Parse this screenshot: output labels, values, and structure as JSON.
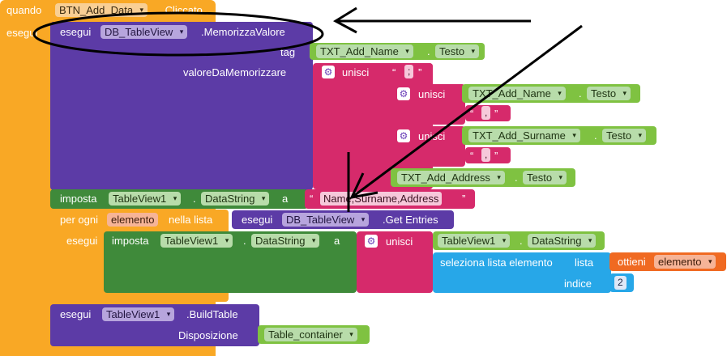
{
  "event": {
    "when": "quando",
    "component": "BTN_Add_Data",
    "event_name": ".Cliccato",
    "do": "esegui"
  },
  "store_call": {
    "do": "esegui",
    "component": "DB_TableView",
    "method": ".MemorizzaValore",
    "tag_label": "tag",
    "value_label": "valoreDaMemorizzare"
  },
  "tag_value": {
    "component": "TXT_Add_Name",
    "dot": ".",
    "property": "Testo"
  },
  "join_outer": {
    "label": "unisci",
    "separator_open": "“",
    "separator": ";",
    "separator_close": "”"
  },
  "join_inner1": {
    "label": "unisci",
    "component": "TXT_Add_Name",
    "dot": ".",
    "property": "Testo",
    "comma_open": "“",
    "comma": ",",
    "comma_close": "”"
  },
  "join_inner2": {
    "label": "unisci",
    "component": "TXT_Add_Surname",
    "dot": ".",
    "property": "Testo",
    "comma_open": "“",
    "comma": ",",
    "comma_close": "”"
  },
  "address_value": {
    "component": "TXT_Add_Address",
    "dot": ".",
    "property": "Testo"
  },
  "set_header": {
    "label": "imposta",
    "component": "TableView1",
    "dot": ".",
    "property": "DataString",
    "to": "a",
    "quote_open": "“",
    "text": "Name,Surname,Address",
    "quote_close": "”"
  },
  "foreach": {
    "label": "per ogni",
    "variable": "elemento",
    "in_list": "nella lista",
    "do": "esegui",
    "call_do": "esegui",
    "component": "DB_TableView",
    "method": ".Get Entries"
  },
  "set_loop": {
    "label": "imposta",
    "component": "TableView1",
    "dot": ".",
    "property": "DataString",
    "to": "a",
    "join_label": "unisci",
    "ref_component": "TableView1",
    "ref_dot": ".",
    "ref_property": "DataString"
  },
  "select_item": {
    "label": "seleziona lista elemento",
    "list_label": "lista",
    "get_label": "ottieni",
    "get_variable": "elemento",
    "index_label": "indice",
    "index_value": "2"
  },
  "build": {
    "do": "esegui",
    "component": "TableView1",
    "method": ".BuildTable",
    "arrangement_label": "Disposizione",
    "arrangement_value": "Table_container"
  },
  "colors": {
    "event": "#f9a825",
    "component_call": "#5c3ba6",
    "setter": "#3f8a3a",
    "text": "#d62a6b",
    "list": "#27a7e8",
    "getter": "#f06a22",
    "property": "#7fc241"
  }
}
